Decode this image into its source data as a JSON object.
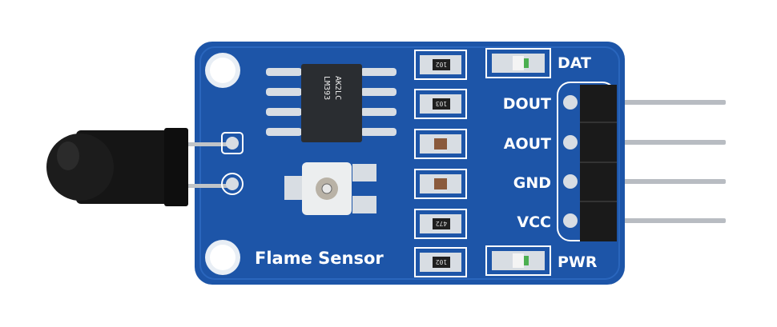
{
  "board": {
    "title": "Flame Sensor",
    "chip": {
      "line1": "LM393",
      "line2": "AK2LC"
    },
    "resistors": [
      "102",
      "103",
      "472",
      "102"
    ],
    "pins": [
      "DOUT",
      "AOUT",
      "GND",
      "VCC"
    ],
    "leds": [
      "DAT",
      "PWR"
    ]
  },
  "colors": {
    "pcb": "#1d55a8",
    "silk": "#ffffff",
    "pad": "#d8dde3",
    "header": "#1a1a1a"
  }
}
